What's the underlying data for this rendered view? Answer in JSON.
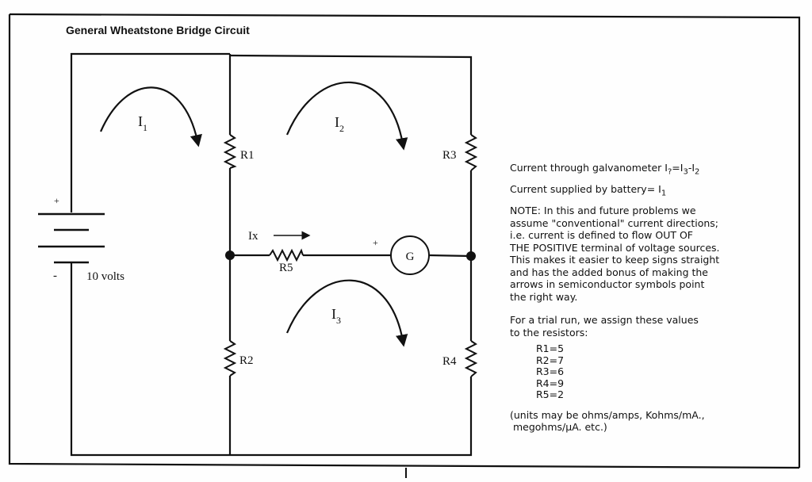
{
  "title": "General Wheatstone Bridge Circuit",
  "battery": {
    "plus": "+",
    "minus": "-",
    "voltage": "10 volts"
  },
  "resistors": [
    "R1",
    "R2",
    "R3",
    "R4",
    "R5"
  ],
  "galvanometer": "G",
  "galv_plus": "+",
  "current_ix": "Ix",
  "loops": [
    {
      "letter": "I",
      "sub": "1"
    },
    {
      "letter": "I",
      "sub": "2"
    },
    {
      "letter": "I",
      "sub": "3"
    }
  ],
  "notes": {
    "galv_current": {
      "prefix": "Current through galvanometer I",
      "s1": "?",
      "mid1": "=I",
      "s2": "3",
      "mid2": "-I",
      "s3": "2"
    },
    "battery_current": {
      "prefix": "Current supplied by battery= I",
      "s1": "1"
    },
    "note_lines": [
      "NOTE: In this and future problems we",
      "assume \"conventional\" current directions;",
      "i.e. current is defined to flow OUT OF",
      "THE POSITIVE terminal of voltage sources.",
      "This makes it easier to keep signs straight",
      "and has the added bonus of making the",
      "arrows in semiconductor symbols point",
      "the right way."
    ],
    "trial_lines": [
      "For a trial run, we assign these values",
      "to the resistors:"
    ],
    "values": [
      "R1=5",
      "R2=7",
      "R3=6",
      "R4=9",
      "R5=2"
    ],
    "units_lines": [
      "(units may be ohms/amps, Kohms/mA.,",
      " megohms/µA. etc.)"
    ]
  }
}
